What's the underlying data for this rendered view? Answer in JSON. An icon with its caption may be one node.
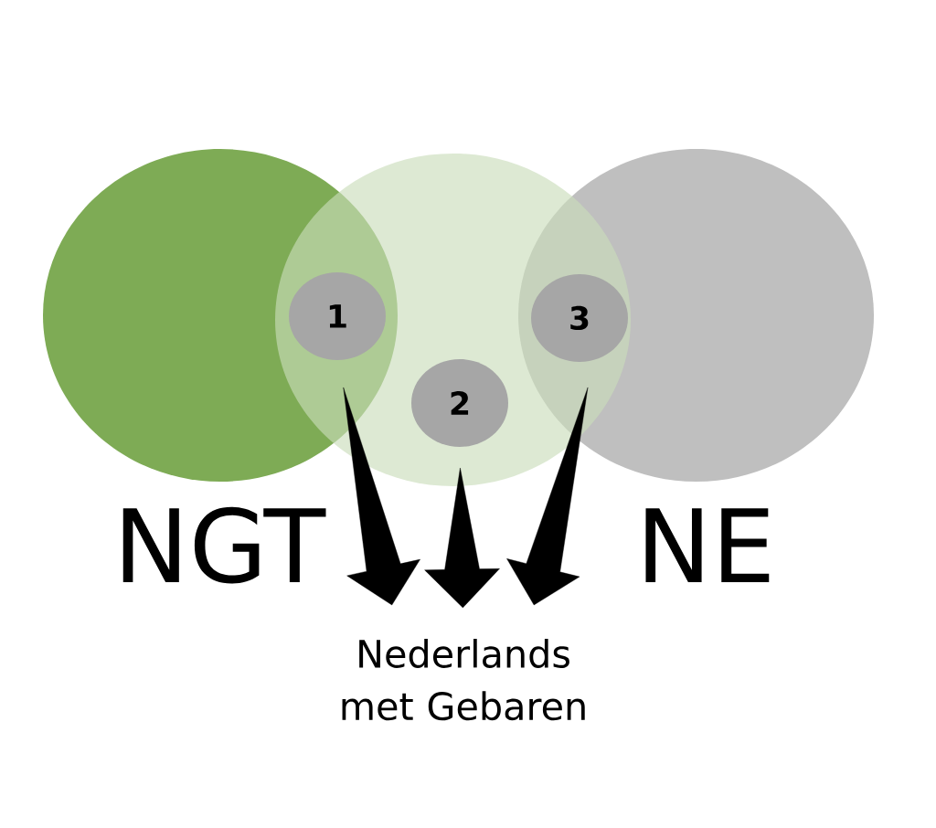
{
  "diagram": {
    "nodes": [
      {
        "text": [],
        "shape": "circle",
        "beside": [
          "NGT"
        ]
      },
      {
        "text": [],
        "shape": "circle"
      },
      {
        "text": [],
        "shape": "circle",
        "beside": [
          "NE"
        ]
      },
      {
        "text": [
          "1"
        ]
      },
      {
        "text": [
          "2"
        ],
        "in": 1
      },
      {
        "text": [
          "3"
        ]
      },
      {
        "text": [
          "Nederlands met Gebaren"
        ]
      }
    ],
    "edges": [
      {
        "from": 3,
        "to": 6,
        "arrow": "to"
      },
      {
        "from": 4,
        "to": 6,
        "arrow": "to"
      },
      {
        "from": 5,
        "to": 6,
        "arrow": "to"
      }
    ]
  }
}
